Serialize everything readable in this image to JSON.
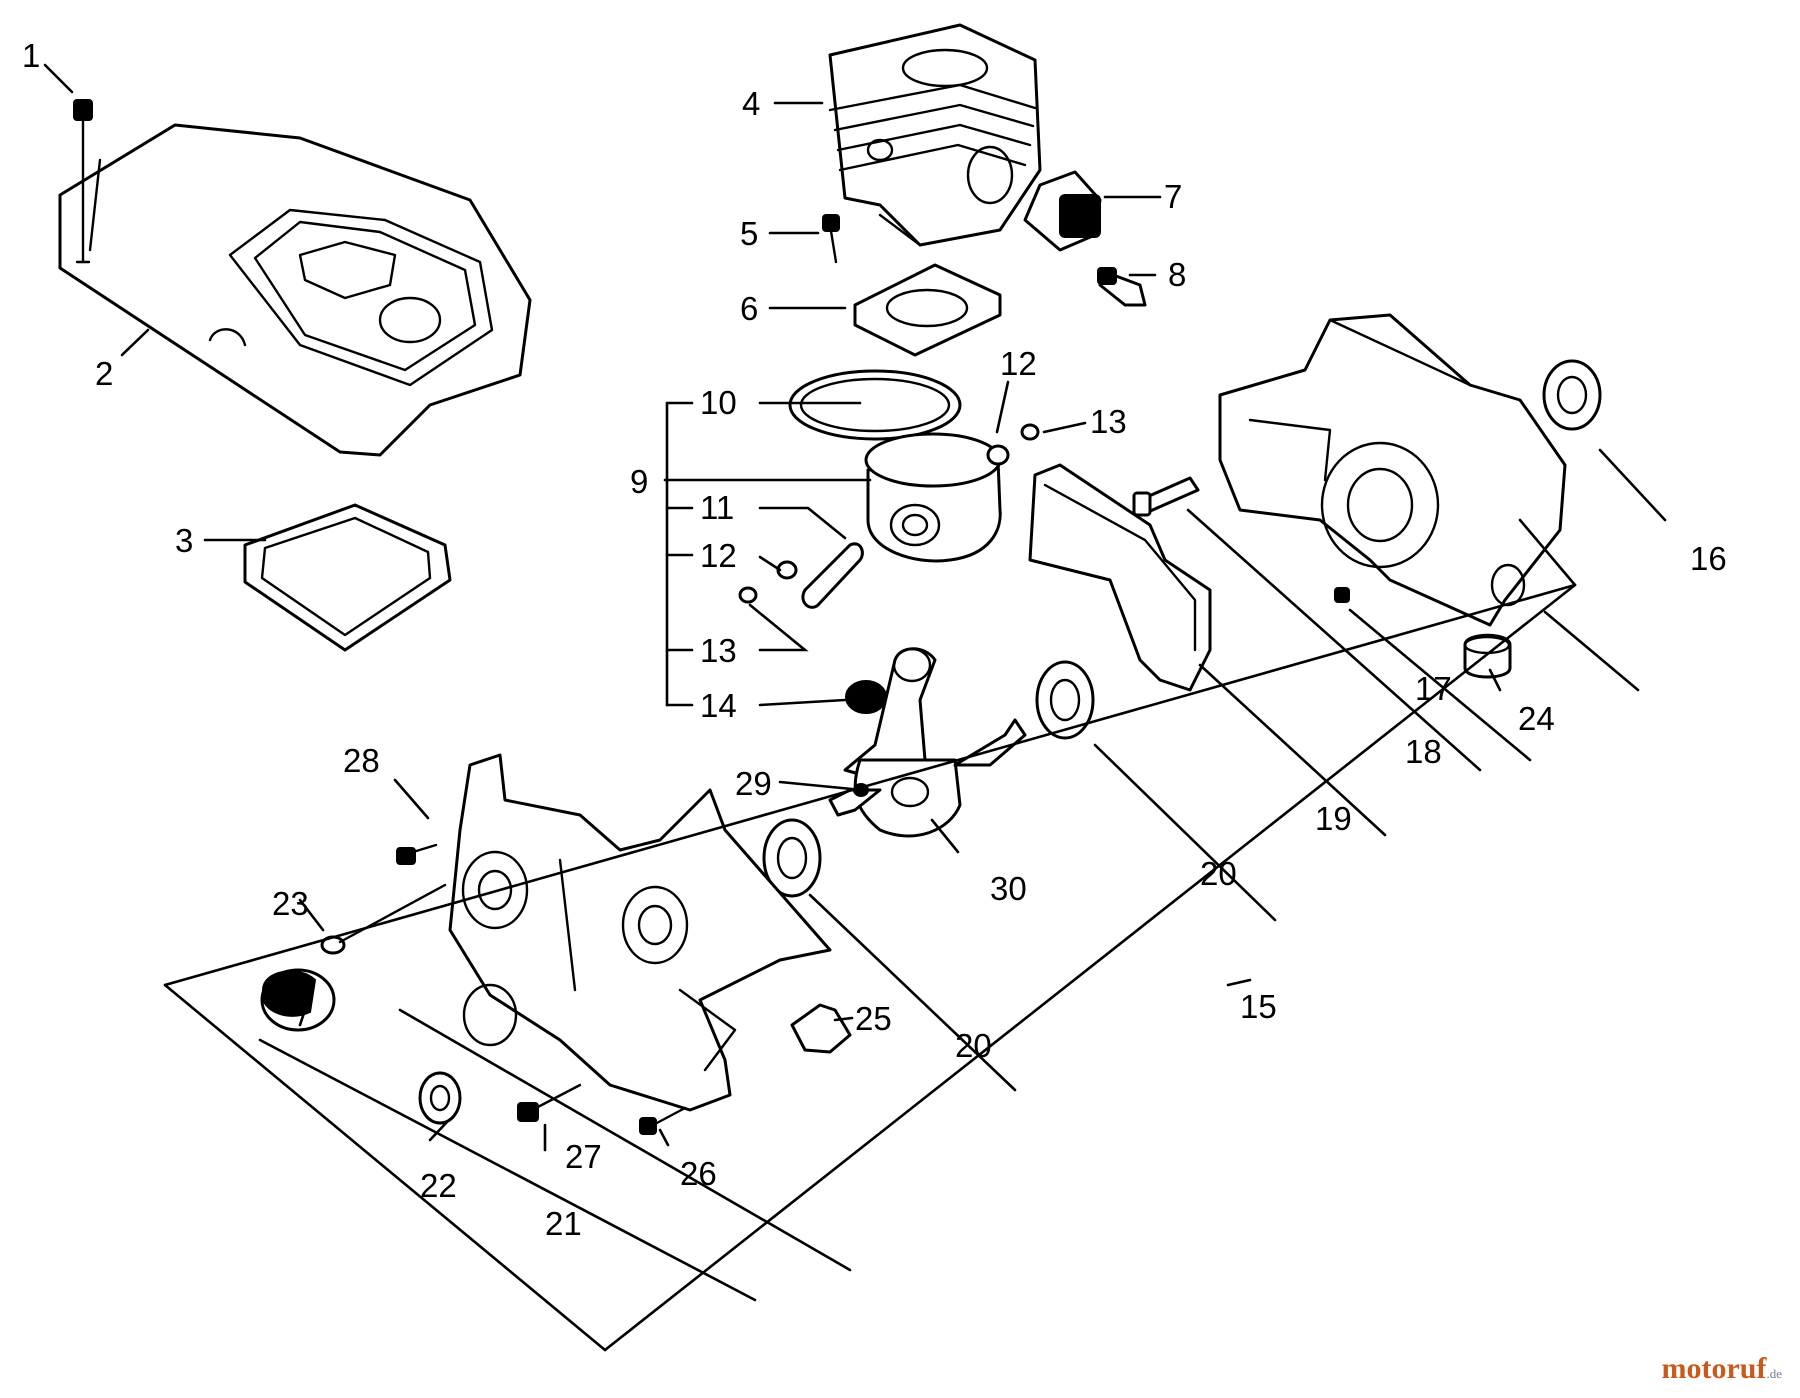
{
  "diagram": {
    "type": "exploded-parts-view",
    "callouts": [
      "1",
      "2",
      "3",
      "4",
      "5",
      "6",
      "7",
      "8",
      "9",
      "10",
      "11",
      "12",
      "12",
      "13",
      "13",
      "14",
      "15",
      "16",
      "17",
      "18",
      "19",
      "20",
      "20",
      "21",
      "22",
      "23",
      "24",
      "25",
      "26",
      "27",
      "28",
      "29",
      "30"
    ]
  },
  "watermark": {
    "main": "motoruf",
    "tld": ".de",
    "color": "#c85a1e"
  }
}
